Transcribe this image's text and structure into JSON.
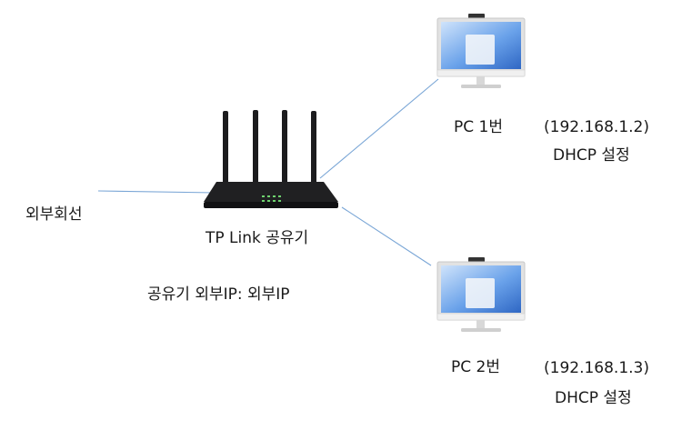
{
  "nodes": {
    "external_line": {
      "label": "외부회선"
    },
    "router": {
      "label": "TP Link 공유기",
      "wan_ip": "공유기 외부IP:  외부IP"
    },
    "pc1": {
      "label": "PC 1번",
      "ip": "(192.168.1.2)",
      "mode": "DHCP 설정"
    },
    "pc2": {
      "label": "PC 2번",
      "ip": "(192.168.1.3)",
      "mode": "DHCP 설정"
    }
  },
  "colors": {
    "link": "#7aa6d6",
    "router_body": "#1c1c1e",
    "monitor_frame": "#dcdcdc",
    "screen_blue": "#3f7fd6"
  }
}
